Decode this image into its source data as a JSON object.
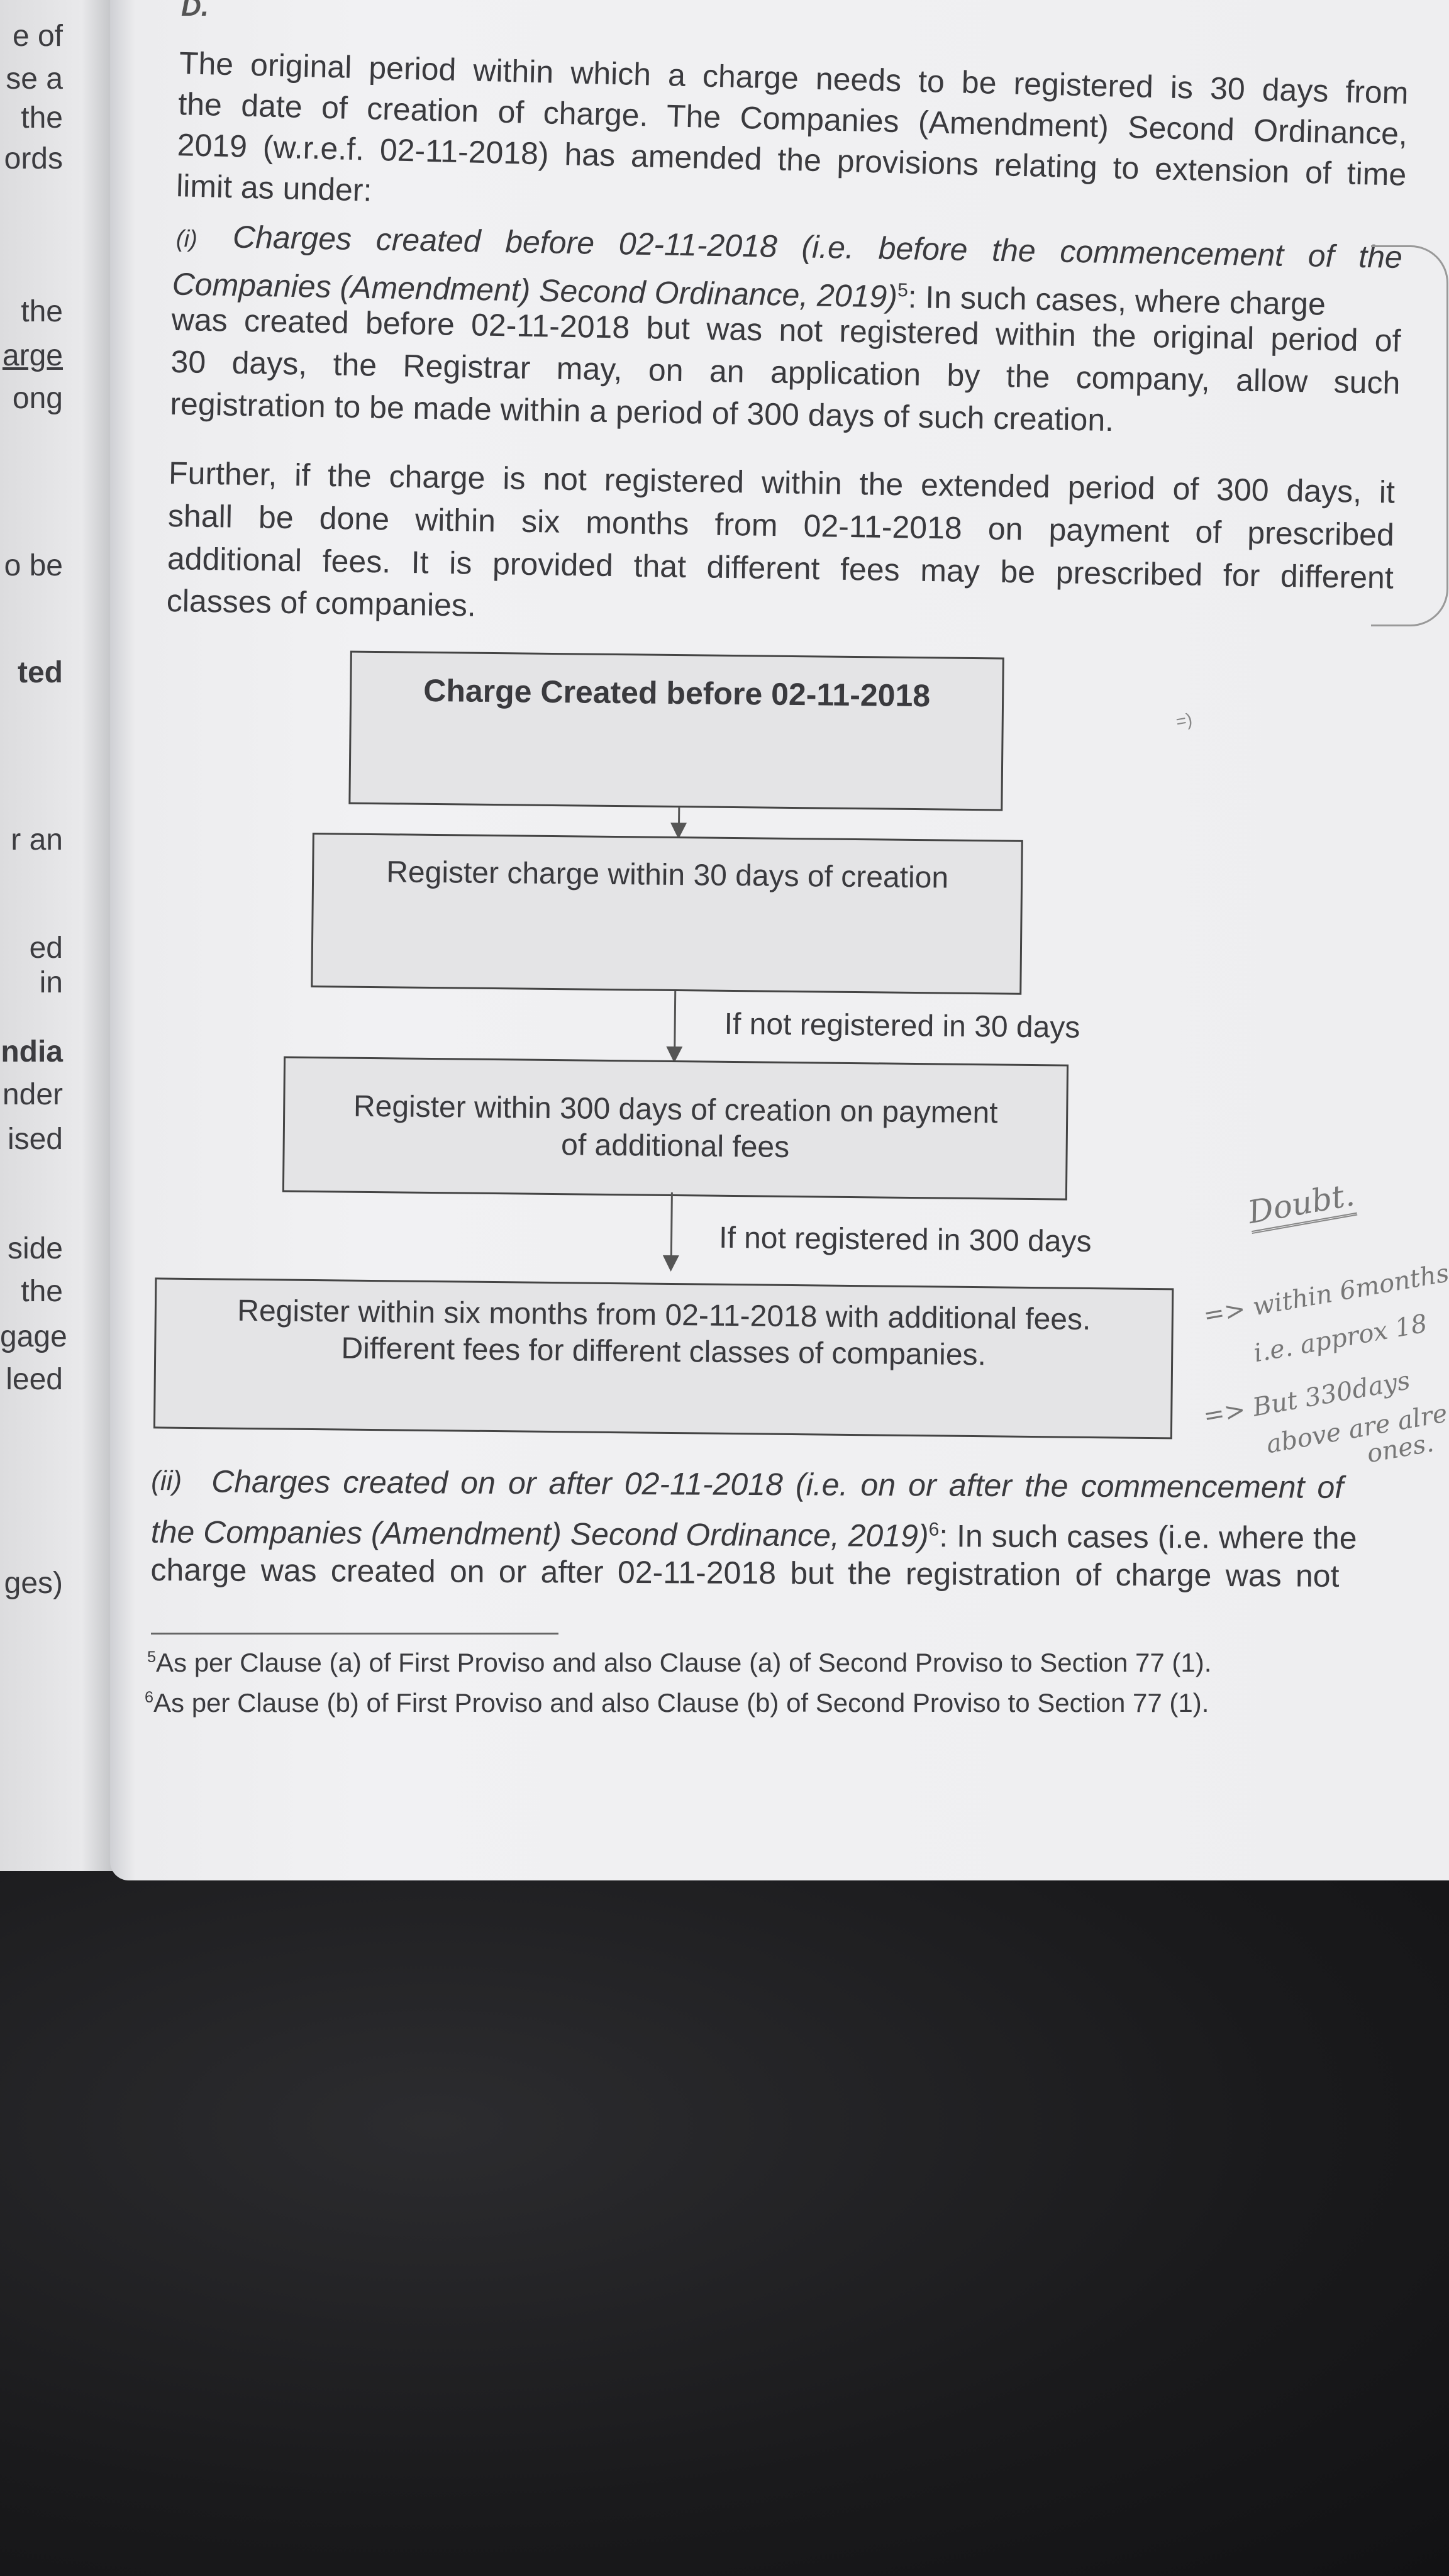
{
  "left_page_fragments": [
    "e of",
    "se a",
    "the",
    "ords",
    "the",
    "arge",
    "ong",
    "o be",
    "ted",
    "r an",
    "ed in",
    "ndia",
    "nder",
    "ised",
    "side",
    "the",
    "gage",
    "leed",
    "ges)"
  ],
  "section_marker": "D.",
  "intro_lines": [
    "The original period within which a charge needs to be registered is 30 days from",
    "the date of creation of charge. The Companies (Amendment) Second Ordinance,",
    "2019 (w.r.e.f. 02-11-2018) has amended the provisions relating to extension of time",
    "limit as under:"
  ],
  "clause_i": {
    "marker": "(i)",
    "heading_line1": "Charges created before 02-11-2018 (i.e. before the commencement of the",
    "heading_line2": "Companies (Amendment) Second Ordinance, 2019)",
    "footnote_ref": "5",
    "line2_rest": ": In such cases, where charge",
    "lines": [
      "was created before 02-11-2018 but was not registered within the original period of",
      "30 days, the Registrar may, on an application by the company, allow such",
      "registration to be made within a period of 300 days of such creation."
    ]
  },
  "further_lines": [
    "Further, if the charge is not registered within the extended period of 300 days, it",
    "shall be done within six months from 02-11-2018 on payment of prescribed",
    "additional fees. It is provided that different fees may be prescribed for different",
    "classes of companies."
  ],
  "flowchart": {
    "box1": "Charge Created before 02-11-2018",
    "box2": "Register charge within 30 days of creation",
    "cond1": "If not registered in 30 days",
    "box3_line1": "Register within 300 days of creation on payment",
    "box3_line2": "of additional fees",
    "cond2": "If not registered in 300 days",
    "box4_line1": "Register within six months from 02-11-2018 with additional fees.",
    "box4_line2": "Different fees for different classes of companies."
  },
  "clause_ii": {
    "marker": "(ii)",
    "heading_line1": "Charges created on or after 02-11-2018 (i.e. on or after the commencement of",
    "heading_line2": "the Companies (Amendment) Second Ordinance, 2019)",
    "footnote_ref": "6",
    "line2_rest": ": In such cases (i.e. where the",
    "line3": "charge was created on or after 02-11-2018 but the registration of charge was not"
  },
  "footnotes": [
    {
      "num": "5",
      "text": "As per Clause (a) of First Proviso and also Clause (a) of Second Proviso to Section 77 (1)."
    },
    {
      "num": "6",
      "text": "As per Clause (b) of First Proviso and also Clause (b) of Second Proviso to Section 77 (1)."
    }
  ],
  "handwritten_notes": [
    "Doubt.",
    "=> within 6months",
    "i.e. approx 18",
    "=> But 330days",
    "above are alre",
    "ones."
  ]
}
